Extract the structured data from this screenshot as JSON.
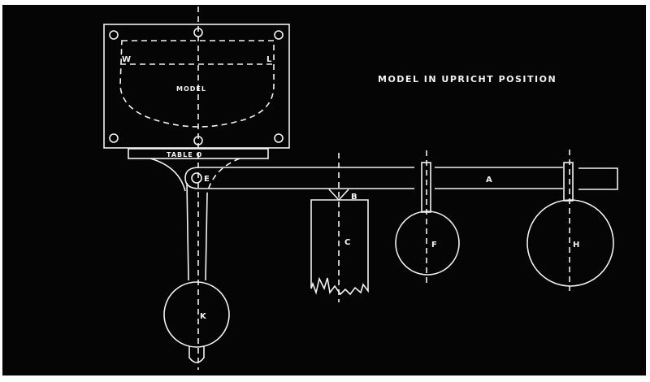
{
  "diagram": {
    "title": "MODEL IN UPRICHT POSITION",
    "background_color": "#050505",
    "line_color": "#f2f2f2",
    "labels": {
      "model": "MODEL",
      "table": "TABLE O",
      "w": "W",
      "l": "L",
      "e": "E",
      "a": "A",
      "b": "B",
      "c": "C",
      "f": "F",
      "h": "H",
      "k": "K"
    }
  }
}
